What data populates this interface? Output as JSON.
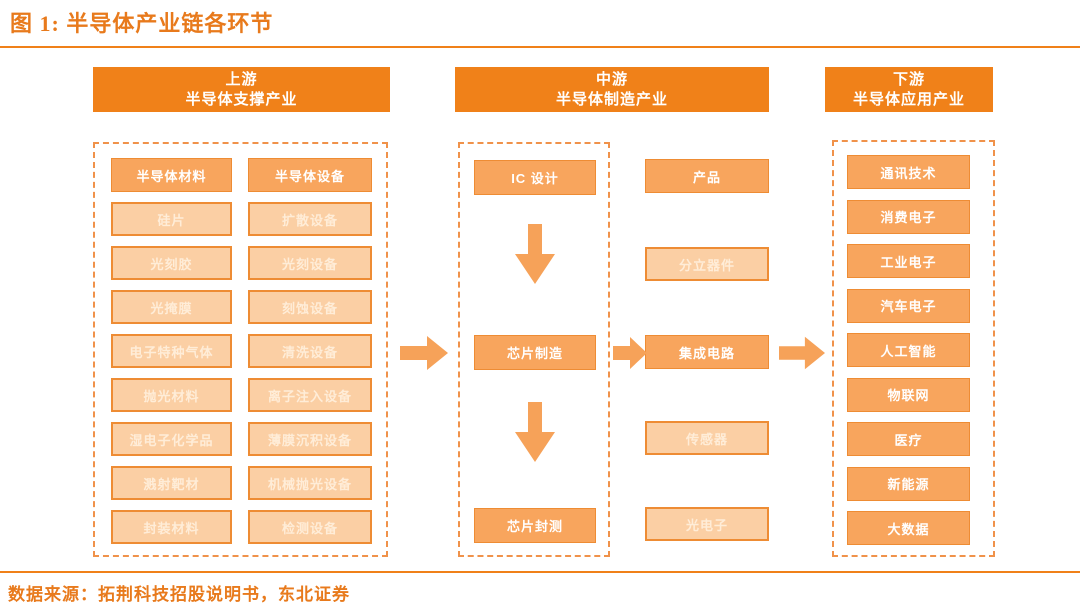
{
  "figure": {
    "title": "图 1: 半导体产业链各环节",
    "source": "数据来源：拓荆科技招股说明书，东北证券"
  },
  "colors": {
    "accent": "#F08119",
    "title_text": "#E87A1C",
    "box_fill_medium": "#F8A55D",
    "box_fill_light": "#FBCFA4",
    "box_border": "#EE8C34",
    "dashed_border": "#F0924A",
    "arrow_fill": "#F6A259",
    "text_on_medium": "#FFFFFF",
    "text_on_light": "#FFEDD8"
  },
  "upstream": {
    "header_line1": "上游",
    "header_line2": "半导体支撑产业",
    "materials": [
      "半导体材料",
      "硅片",
      "光刻胶",
      "光掩膜",
      "电子特种气体",
      "抛光材料",
      "湿电子化学品",
      "溅射靶材",
      "封装材料"
    ],
    "equipment": [
      "半导体设备",
      "扩散设备",
      "光刻设备",
      "刻蚀设备",
      "清洗设备",
      "离子注入设备",
      "薄膜沉积设备",
      "机械抛光设备",
      "检测设备"
    ]
  },
  "midstream": {
    "header_line1": "中游",
    "header_line2": "半导体制造产业",
    "process": [
      "IC 设计",
      "芯片制造",
      "芯片封测"
    ],
    "products_header": "产品",
    "products": [
      "分立器件",
      "集成电路",
      "传感器",
      "光电子"
    ]
  },
  "downstream": {
    "header_line1": "下游",
    "header_line2": "半导体应用产业",
    "applications": [
      "通讯技术",
      "消费电子",
      "工业电子",
      "汽车电子",
      "人工智能",
      "物联网",
      "医疗",
      "新能源",
      "大数据"
    ]
  }
}
